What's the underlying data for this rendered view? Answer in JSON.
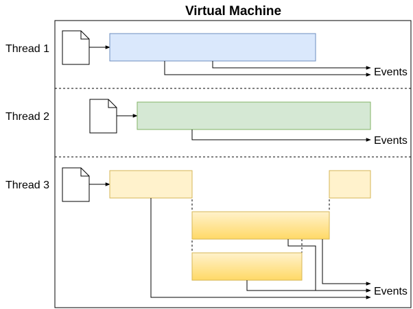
{
  "title": "Virtual Machine",
  "threads": [
    {
      "label": "Thread 1"
    },
    {
      "label": "Thread 2"
    },
    {
      "label": "Thread 3"
    }
  ],
  "events_label": "Events",
  "colors": {
    "thread1_fill": "#dae8fc",
    "thread1_stroke": "#6c8ebf",
    "thread2_fill": "#d5e8d4",
    "thread2_stroke": "#82b366",
    "thread3_fill": "#fff2cc",
    "thread3_stroke": "#d6b656",
    "gradient_end": "#ffd966"
  }
}
